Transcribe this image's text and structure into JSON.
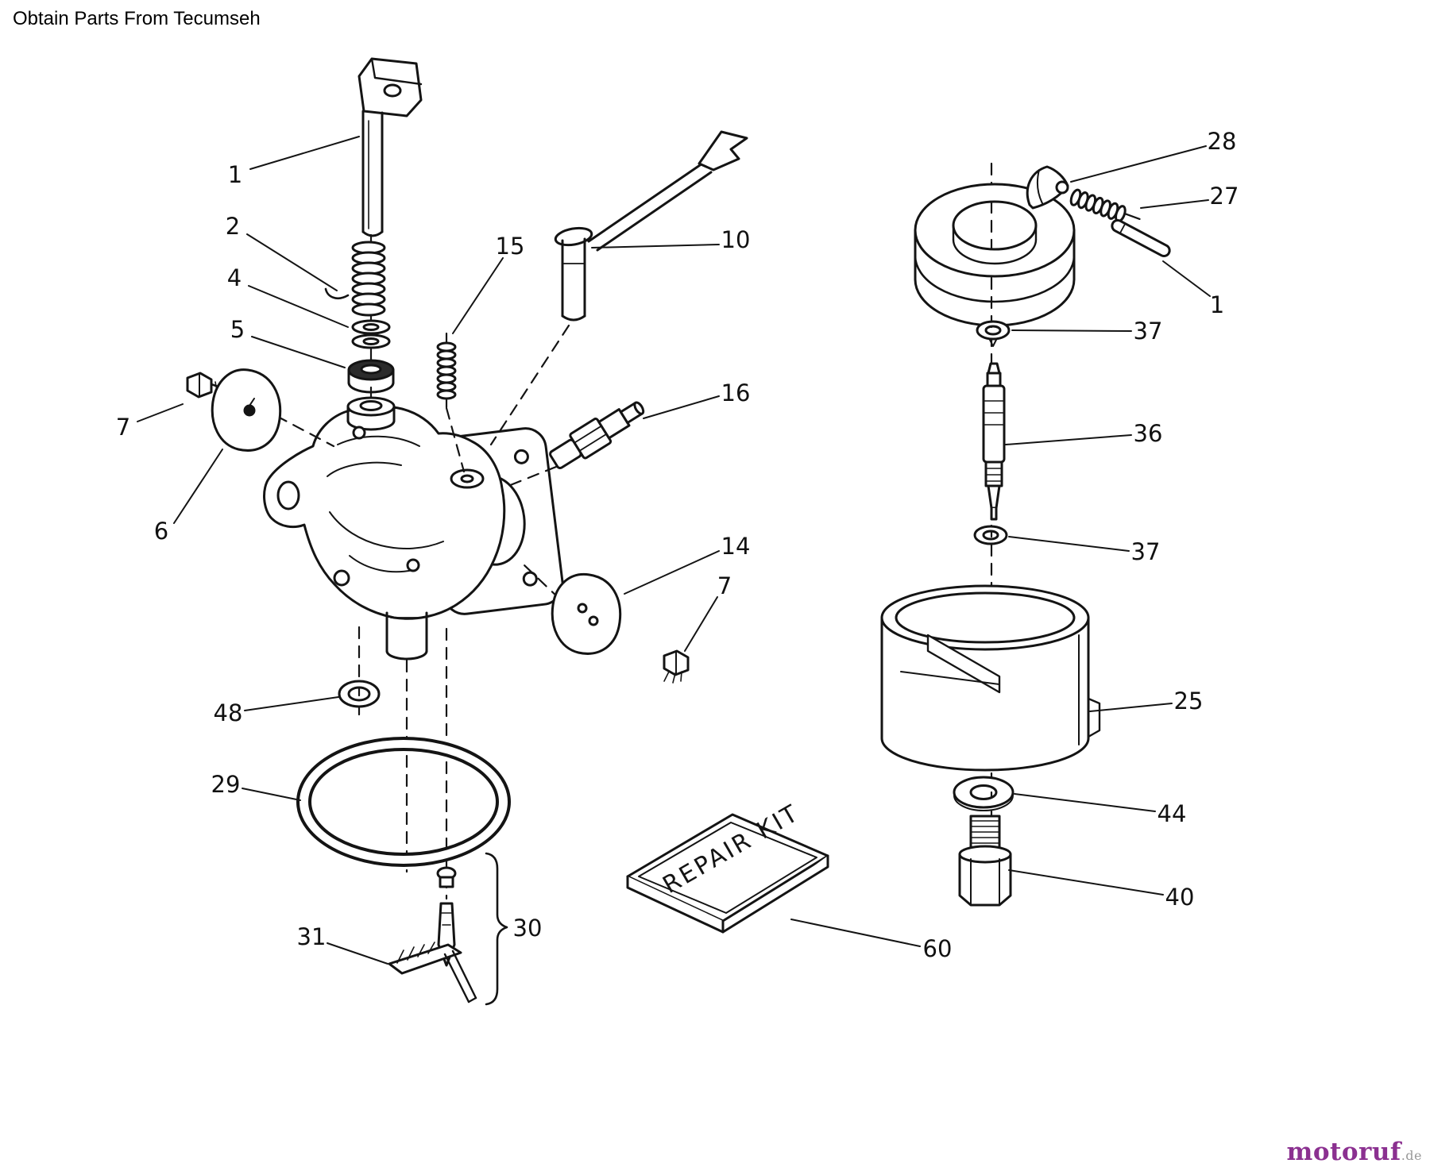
{
  "title": "Obtain Parts From Tecumseh",
  "diagram": {
    "repair_kit_label": "REPAIR KIT",
    "callouts": {
      "shaft_left": "1",
      "spring": "2",
      "washer": "4",
      "seal": "5",
      "choke_plate": "6",
      "screw_left": "7",
      "lever": "10",
      "throttle_plate": "14",
      "idle_spring": "15",
      "fitting": "16",
      "screw_right": "7",
      "oring_small": "48",
      "oring_large": "29",
      "needle_group": "30",
      "clip": "31",
      "float_hinge": "28",
      "hinge_spring": "27",
      "hinge_pin": "1",
      "ring_top": "37",
      "inlet_needle": "36",
      "ring_bottom": "37",
      "float_bowl": "25",
      "bowl_washer": "44",
      "bowl_nut": "40",
      "repair_kit": "60"
    }
  },
  "watermark": {
    "brand": "motoruf",
    "suffix": ".de"
  }
}
